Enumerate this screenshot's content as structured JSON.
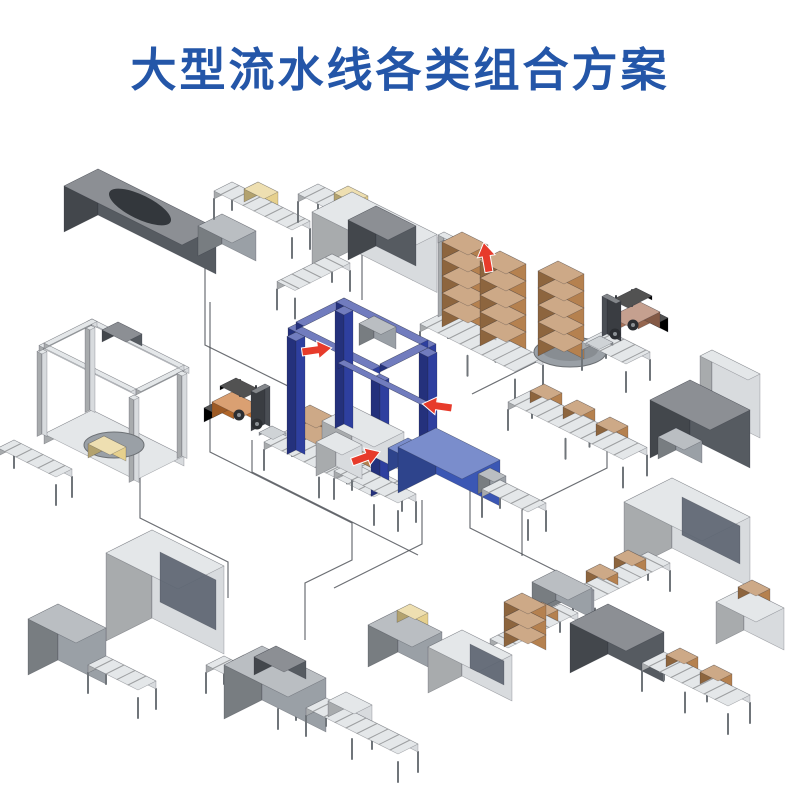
{
  "title": {
    "text": "大型流水线各类组合方案",
    "color": "#2456a8"
  },
  "palette": {
    "background": "#ffffff",
    "machine_gray": "#9aa0a6",
    "machine_dark": "#565b61",
    "frame_light": "#d8dbde",
    "gantry_blue": "#2e3f9f",
    "machine_blue": "#3b57b4",
    "cardboard": "#b5814f",
    "product_yellow": "#e6d08d",
    "forklift_orange": "#c9742f",
    "forklift_brown": "#a9745a",
    "arrow_red": "#e73b2b",
    "connector": "#474b51",
    "window_glass": "#5b6370"
  },
  "diagram": {
    "clusters": [
      "machine-flow-wrapper",
      "machine-case-erector",
      "pallet-stack-conveyor",
      "forklift-right",
      "conveyor-line-right",
      "machine-pallet-wrapper",
      "forklift-left-pallet-line",
      "gantry-palletizer",
      "machine-strapping",
      "machine-case-packer-right",
      "line-bottom-left",
      "machine-bottom-center",
      "cluster-bottom-middle",
      "line-bottom-right"
    ],
    "highlight_arrow_count": 4
  }
}
